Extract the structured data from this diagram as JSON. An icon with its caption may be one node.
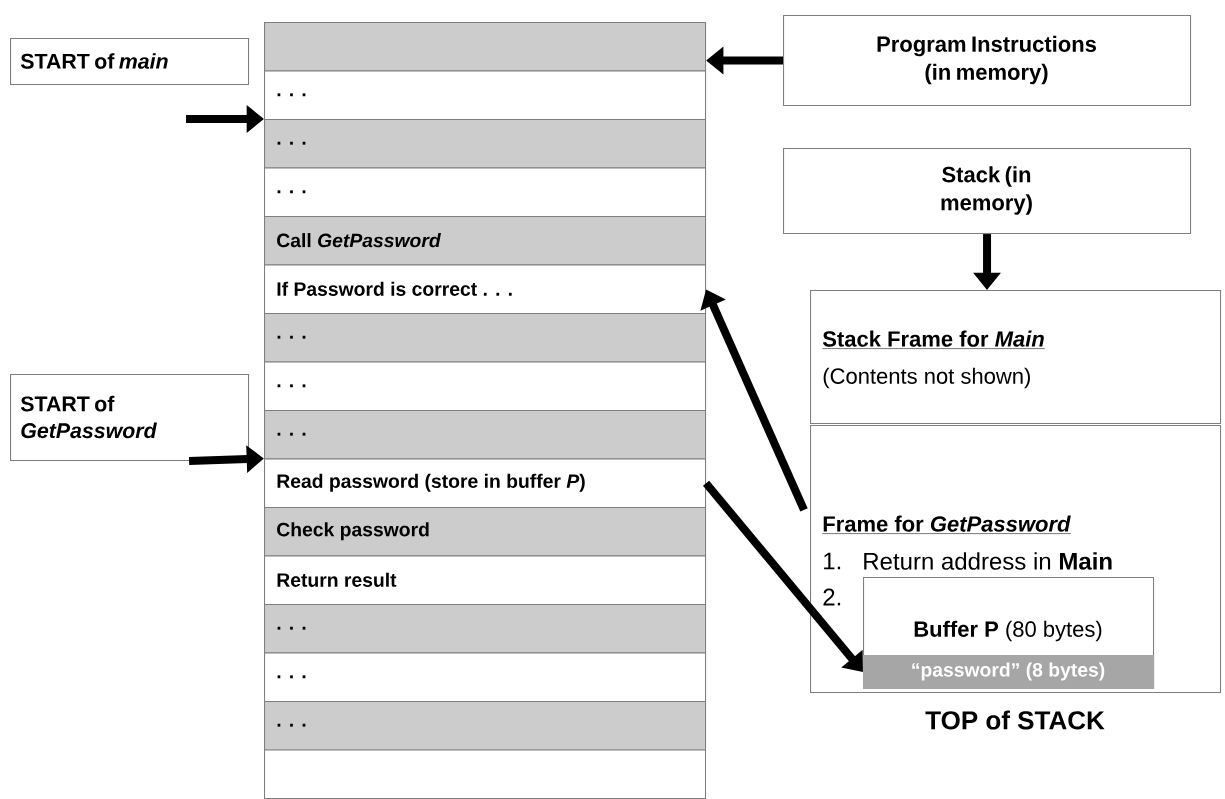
{
  "diagram": {
    "nodes": [
      {
        "text": [
          "START of *main*"
        ]
      },
      {
        "text": [
          "START of *GetPassword*"
        ]
      },
      {
        "text": [],
        "shape": "box"
      },
      {
        "text": [
          ". . ."
        ]
      },
      {
        "text": [
          ". . ."
        ]
      },
      {
        "text": [
          ". . ."
        ]
      },
      {
        "text": [
          "Call *GetPassword*"
        ]
      },
      {
        "text": [
          "If Password is correct . . ."
        ]
      },
      {
        "text": [
          ". . ."
        ]
      },
      {
        "text": [
          ". . ."
        ]
      },
      {
        "text": [
          ". . ."
        ]
      },
      {
        "text": [
          "Read password (store in buffer *P*)"
        ]
      },
      {
        "text": [
          "Check password"
        ]
      },
      {
        "text": [
          "Return result"
        ]
      },
      {
        "text": [
          ". . ."
        ]
      },
      {
        "text": [
          ". . ."
        ]
      },
      {
        "text": [
          ". . ."
        ]
      },
      {
        "text": [],
        "shape": "box"
      },
      {
        "text": [
          "Program Instructions (in memory)"
        ]
      },
      {
        "text": [
          "Stack (in memory)"
        ]
      },
      {
        "text": [
          "Stack Frame for *Main*",
          "(Contents not shown)"
        ]
      },
      {
        "text": [
          "Frame for *GetPassword*",
          "1.",
          "Return address in **Main**",
          "2."
        ]
      },
      {
        "text": [
          "**Buffer P** (80 bytes)"
        ],
        "in": 21
      },
      {
        "text": [
          "“password” (8 bytes)"
        ],
        "in": 22
      }
    ],
    "edges": [
      {
        "from": null,
        "to": 4,
        "arrow": "to"
      },
      {
        "from": 1,
        "to": 11,
        "arrow": "to"
      },
      {
        "from": 18,
        "to": 2,
        "arrow": "to"
      },
      {
        "from": 19,
        "to": 20,
        "arrow": "to"
      },
      {
        "from": 21,
        "to": 7,
        "arrow": "to"
      },
      {
        "from": 11,
        "to": 23,
        "arrow": "to"
      }
    ],
    "labels": [
      "TOP of STACK"
    ]
  }
}
